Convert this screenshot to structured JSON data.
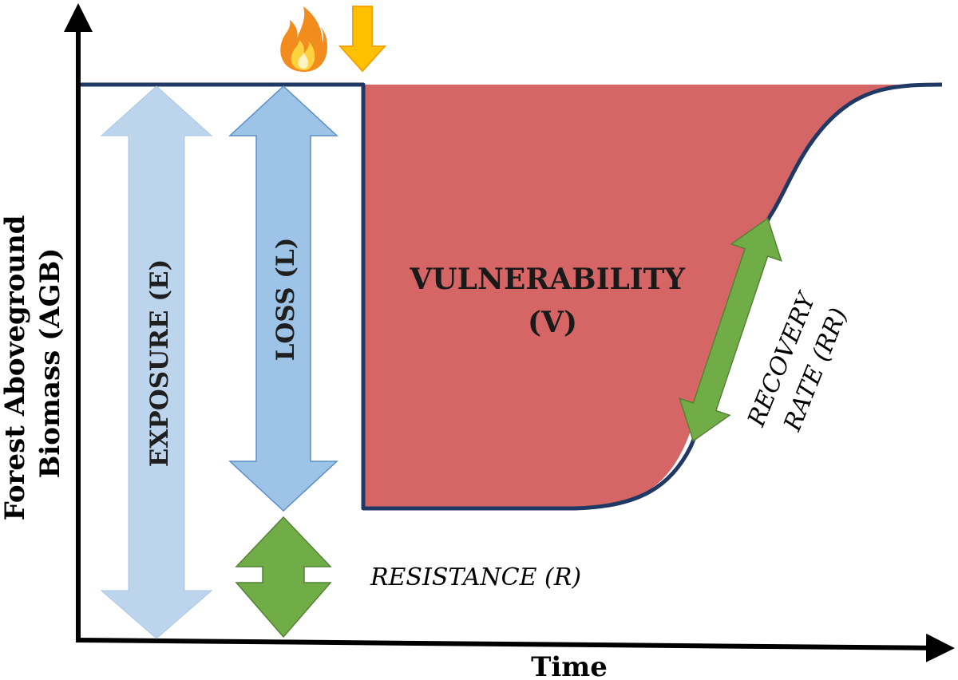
{
  "axes": {
    "y_label_line1": "Forest Aboveground",
    "y_label_line2": "Biomass (AGB)",
    "x_label": "Time"
  },
  "labels": {
    "exposure": "EXPOSURE (E)",
    "loss": "LOSS (L)",
    "resistance": "RESISTANCE (R)",
    "vulnerability_line1": "VULNERABILITY",
    "vulnerability_line2": "(V)",
    "recovery_line1": "RECOVERY",
    "recovery_line2": "RATE (RR)"
  },
  "icons": {
    "disturbance": "fire-icon",
    "drop": "down-arrow-icon"
  },
  "colors": {
    "curve": "#1f3864",
    "vulnerability_fill": "#d66666",
    "exposure_arrow": "#bcd5ec",
    "loss_arrow": "#9dc3e6",
    "resistance_arrow": "#70ad47",
    "recovery_arrow": "#70ad47",
    "axis": "#000000"
  }
}
